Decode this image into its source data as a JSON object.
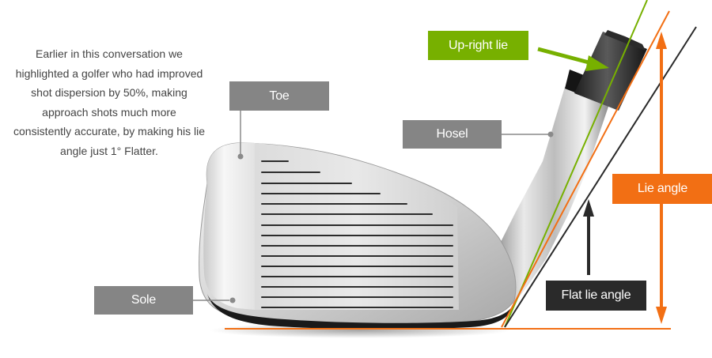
{
  "intro": {
    "text": "Earlier in this conversation we highlighted a golfer who had improved shot dispersion by 50%, making approach shots much more consistently accurate, by making his lie angle just 1° Flatter."
  },
  "labels": {
    "toe": "Toe",
    "hosel": "Hosel",
    "sole": "Sole",
    "upright_lie": "Up-right lie",
    "flat_lie_angle": "Flat lie angle",
    "lie_angle": "Lie angle"
  },
  "colors": {
    "orange": "#f26f14",
    "green": "#77b000",
    "dark": "#2a2a2a",
    "grey_label": "#858585",
    "leader": "#8a8a8a"
  }
}
